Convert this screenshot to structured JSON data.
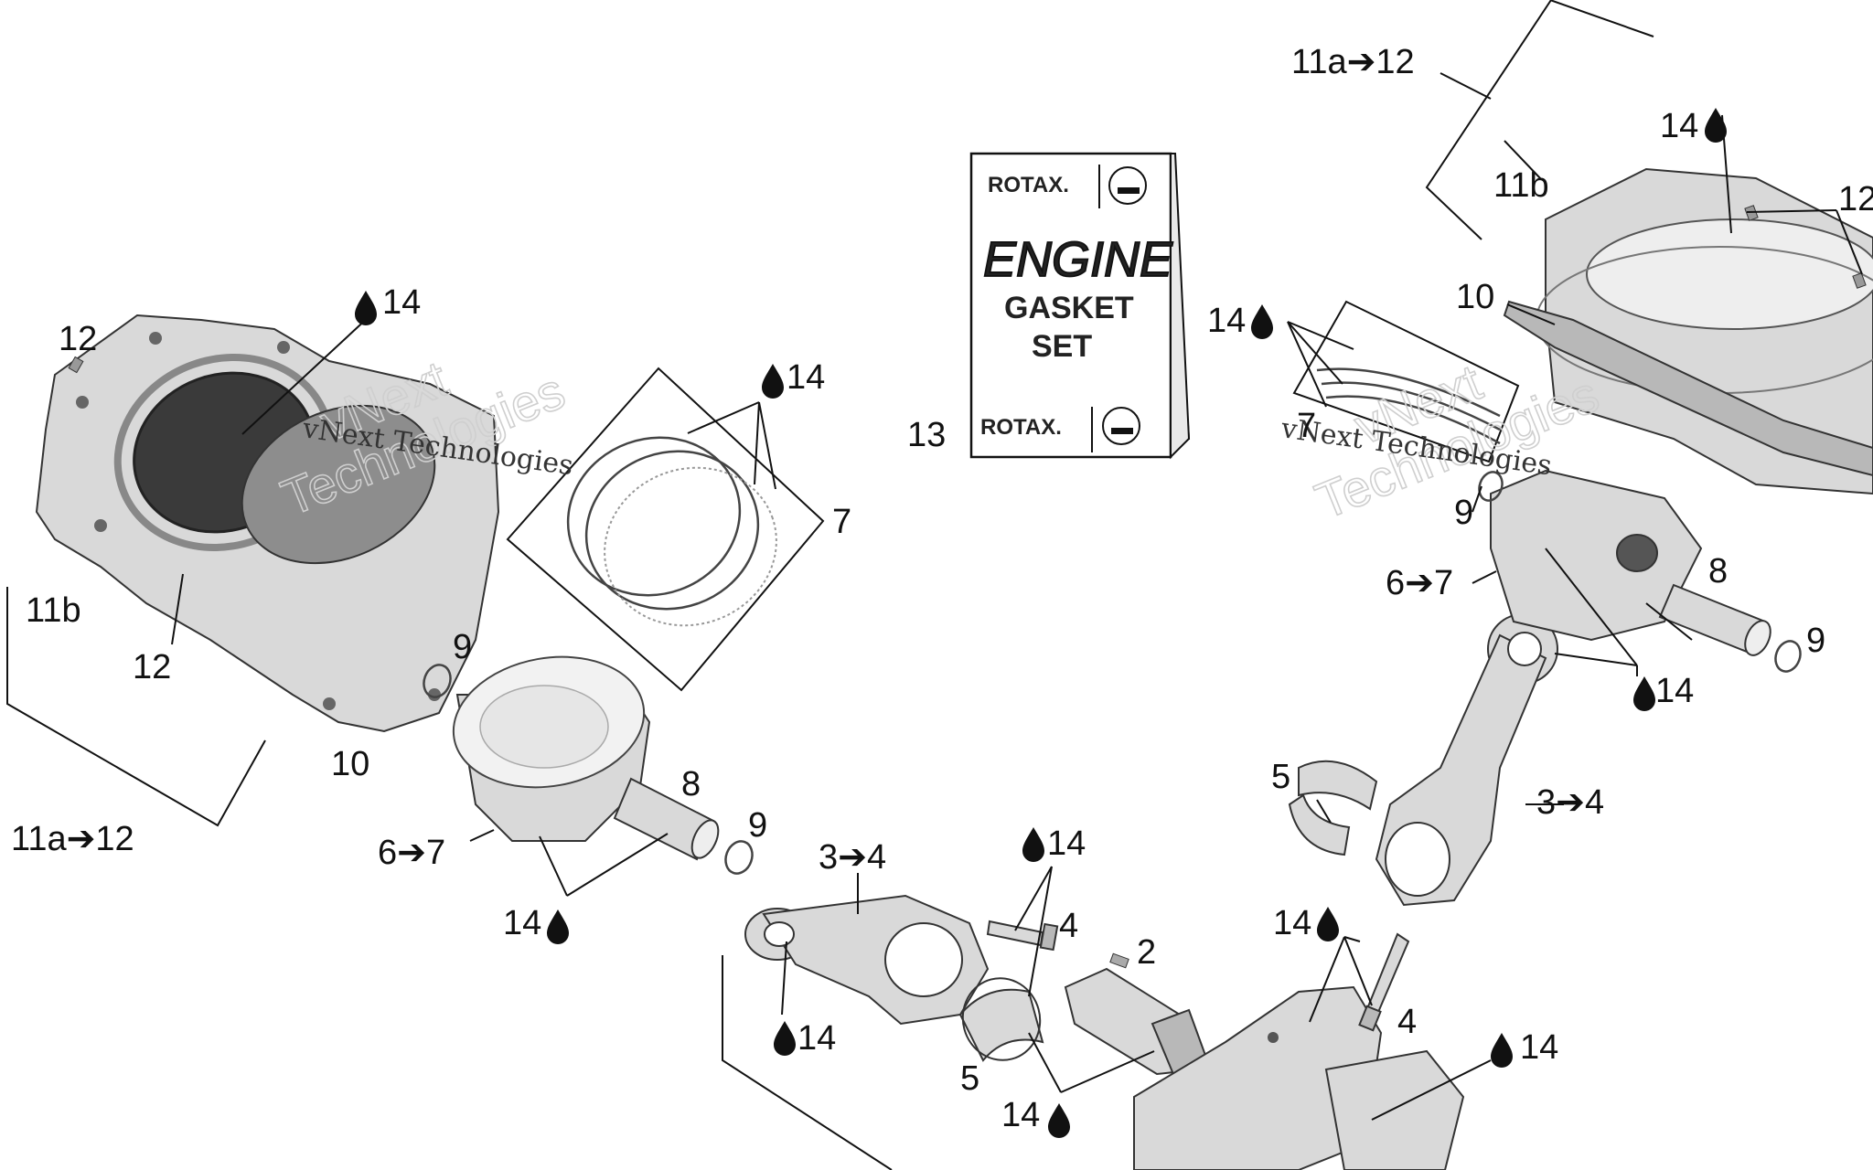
{
  "diagram": {
    "gasket_set": {
      "brand_top": "ROTAX.",
      "brand_bottom": "ROTAX.",
      "line1": "ENGINE",
      "line2": "GASKET",
      "line3": "SET"
    },
    "watermark": {
      "line1": "vNext",
      "line2": "Technologies",
      "small": "vNext Technologies"
    },
    "labels": {
      "l_11a_12_top": "11a➔12",
      "l_14_top_right": "14",
      "l_11b_top_right": "11b",
      "l_12_top_right": "12",
      "l_10_right": "10",
      "l_14_rings_right": "14",
      "l_7_right": "7",
      "l_9_right_a": "9",
      "l_6_7_right": "6➔7",
      "l_8_right": "8",
      "l_9_right_b": "9",
      "l_14_rod_right": "14",
      "l_5_right": "5",
      "l_3_4_right": "3➔4",
      "l_14_bearing_right": "14",
      "l_4_right": "4",
      "l_14_crank_right": "14",
      "l_13": "13",
      "l_14_cyl_left": "14",
      "l_12_left_top": "12",
      "l_14_rings_left": "14",
      "l_7_left": "7",
      "l_11b_left": "11b",
      "l_12_left_mid": "12",
      "l_9_left_a": "9",
      "l_10_left": "10",
      "l_11a_12_left": "11a➔12",
      "l_8_left": "8",
      "l_9_left_b": "9",
      "l_6_7_left": "6➔7",
      "l_14_piston_left": "14",
      "l_3_4_left": "3➔4",
      "l_14_bolt_left": "14",
      "l_4_left": "4",
      "l_2": "2",
      "l_14_rod_left": "14",
      "l_5_left": "5",
      "l_14_bearing_left": "14"
    },
    "colors": {
      "ink": "#111111",
      "part_fill": "#d9d9d9",
      "part_dark": "#b8b8b8",
      "watermark": "#cfcfcf"
    }
  }
}
